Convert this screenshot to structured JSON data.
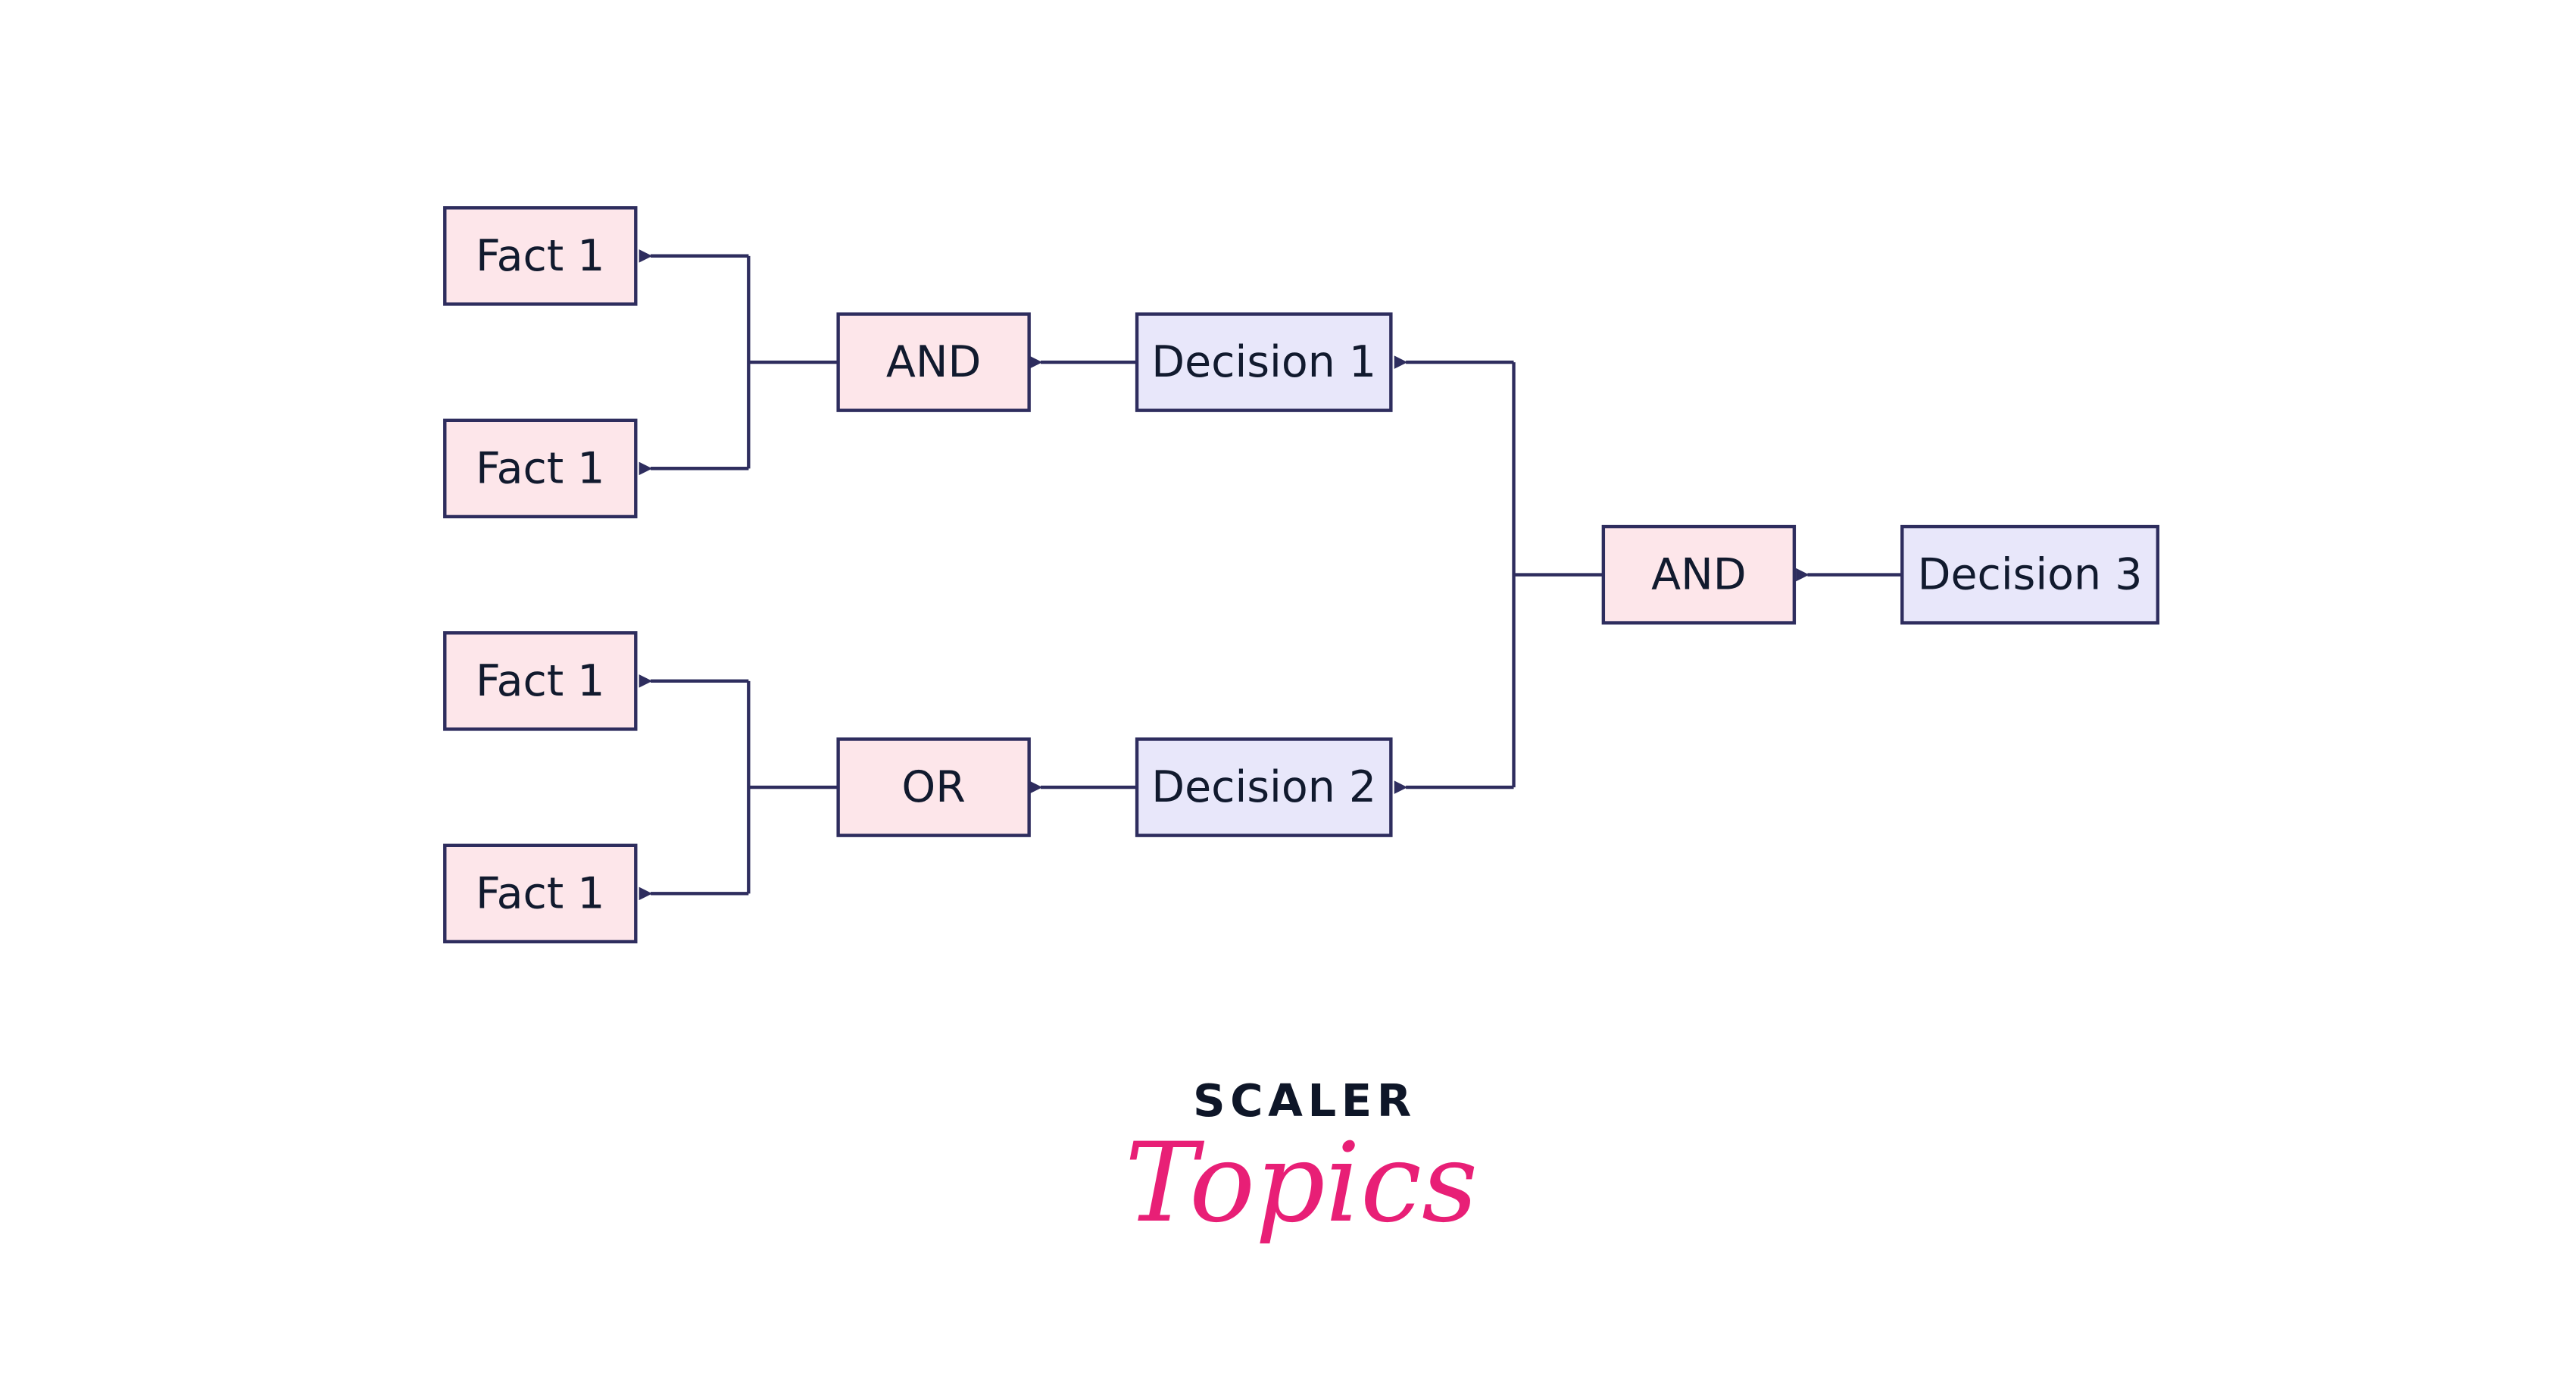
{
  "colors": {
    "fact_fill": "#fde6ea",
    "decision_fill": "#e8e7fa",
    "stroke": "#2e2d5e",
    "logo_pink": "#e81f76",
    "logo_dark": "#0e1628"
  },
  "nodes": {
    "fact_a": "Fact 1",
    "fact_b": "Fact 1",
    "fact_c": "Fact 1",
    "fact_d": "Fact 1",
    "and_1": "AND",
    "or_1": "OR",
    "decision_1": "Decision 1",
    "decision_2": "Decision 2",
    "and_2": "AND",
    "decision_3": "Decision 3"
  },
  "logo": {
    "line1": "SCALER",
    "line2": "Topics"
  }
}
